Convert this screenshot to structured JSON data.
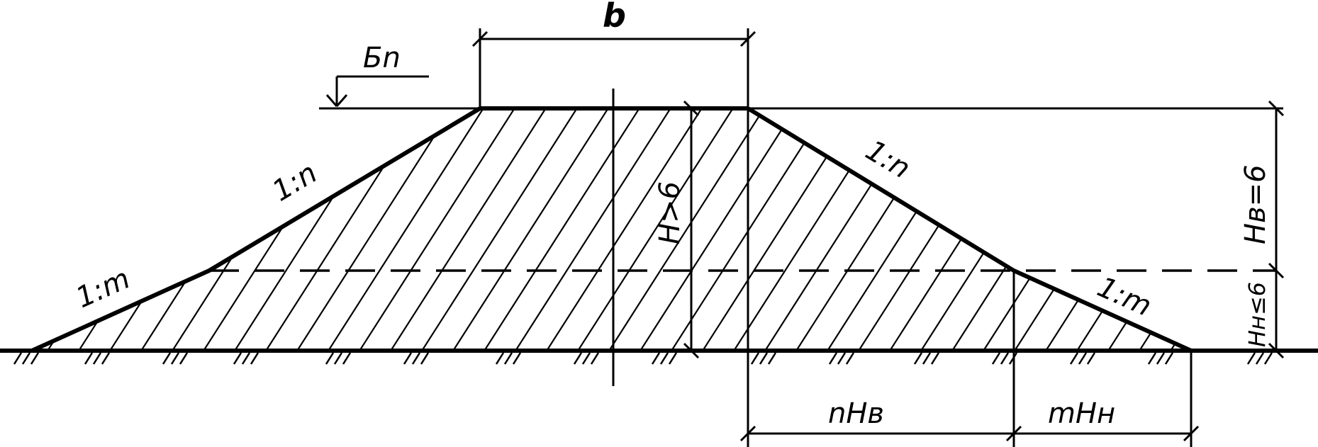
{
  "labels": {
    "crest_width": "b",
    "edge_mark": "Бn",
    "upper_slope_left": "1:n",
    "upper_slope_right": "1:n",
    "lower_slope_left": "1:m",
    "lower_slope_right": "1:m",
    "total_height": "H>6",
    "upper_height": "Hв=6",
    "lower_height": "Hн≤6",
    "upper_base_projection": "nHв",
    "lower_base_projection": "mHн"
  },
  "colors": {
    "stroke": "#000000",
    "background": "#ffffff"
  }
}
